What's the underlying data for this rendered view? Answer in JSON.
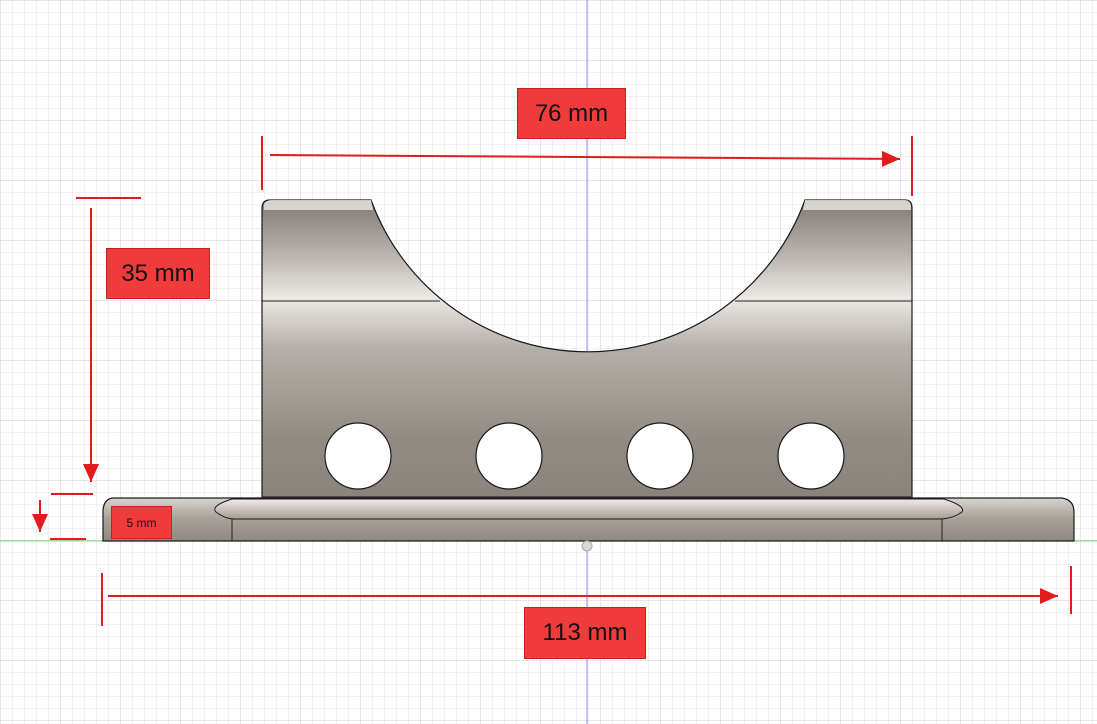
{
  "labels": {
    "width_top": "76 mm",
    "height": "35 mm",
    "base_thickness": "5 mm",
    "overall_length": "113 mm"
  },
  "colors": {
    "background": "#ffffff",
    "grid_minor": "#e4e4e4",
    "grid_major": "#cdcdcd",
    "axis_vertical": "#8a8af0",
    "axis_horizontal": "#7fe07f",
    "part_body": "#9c968e",
    "part_highlight": "#e9e6e1",
    "dimension_red": "#e11c1c",
    "label_fill": "#ef3b3b"
  },
  "part": {
    "hole_count": 4
  }
}
